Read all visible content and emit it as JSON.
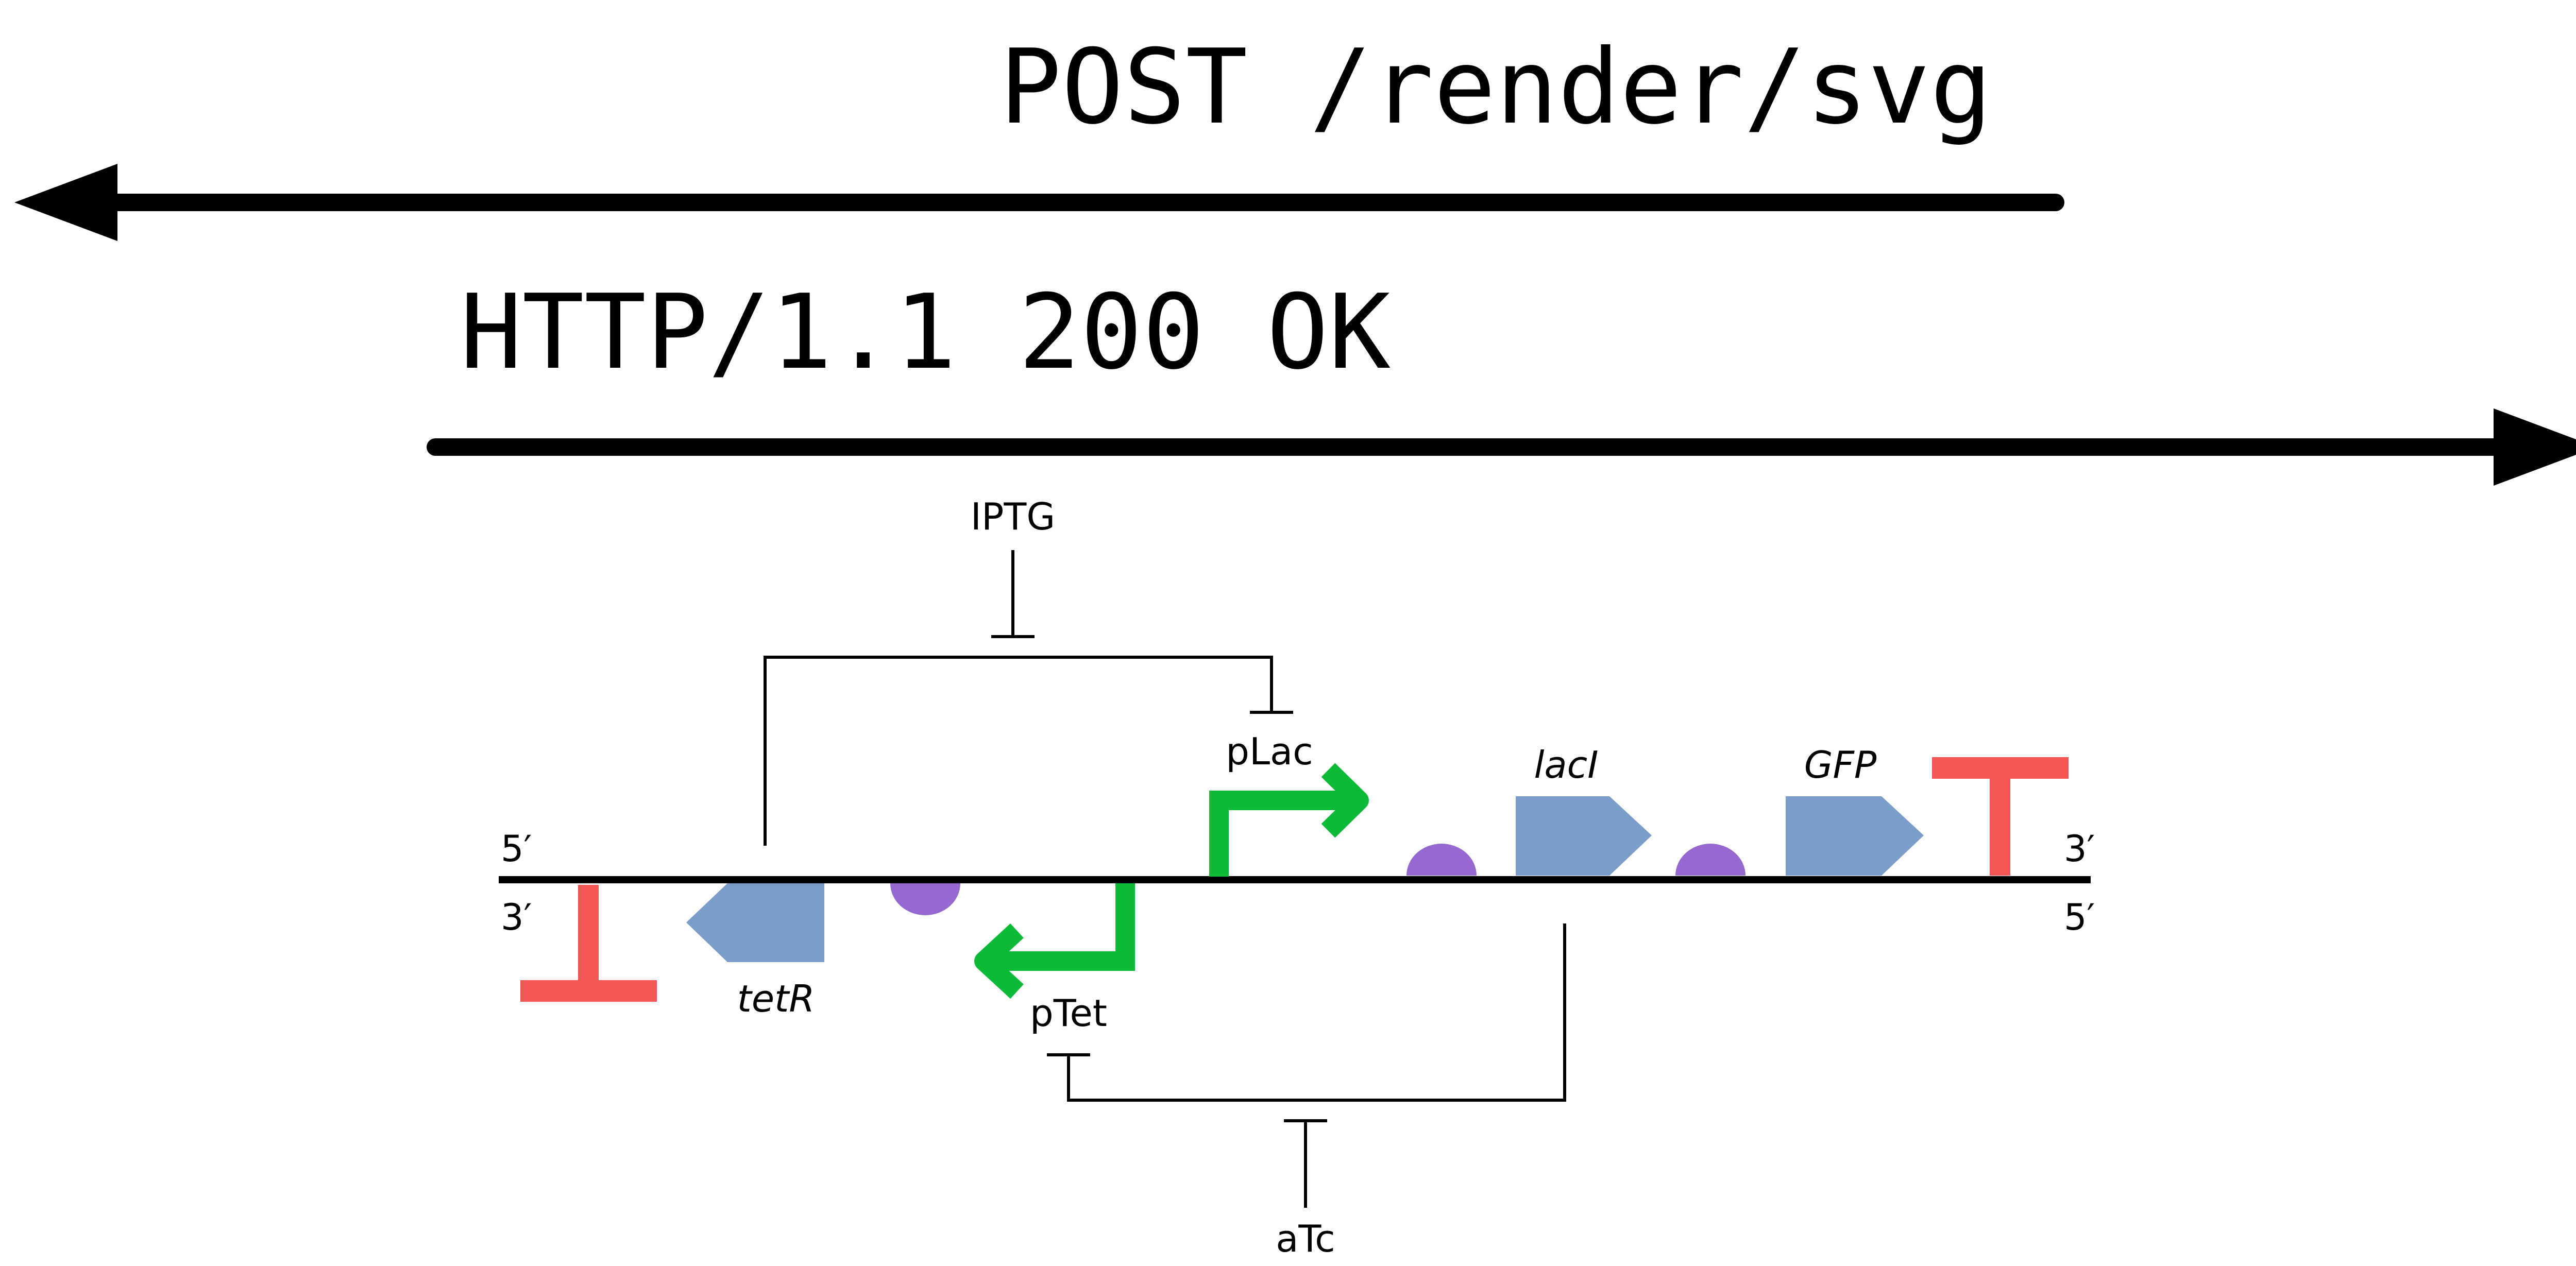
{
  "request": {
    "label": "POST /render/svg"
  },
  "response": {
    "label": "HTTP/1.1 200 OK"
  },
  "diagram": {
    "strand_top_left": "5′",
    "strand_top_right": "3′",
    "strand_bottom_left": "3′",
    "strand_bottom_right": "5′",
    "inducers": {
      "iptg": "IPTG",
      "atc": "aTc"
    },
    "promoters": {
      "plac": "pLac",
      "ptet": "pTet"
    },
    "genes": {
      "tetr": "tetR",
      "laci": "lacI",
      "gfp": "GFP"
    }
  },
  "colors": {
    "arrow": "#000000",
    "promoter": "#0BBB38",
    "cds": "#7A9DC9",
    "rbs": "#9669D1",
    "terminator": "#F25756",
    "line": "#000000"
  }
}
